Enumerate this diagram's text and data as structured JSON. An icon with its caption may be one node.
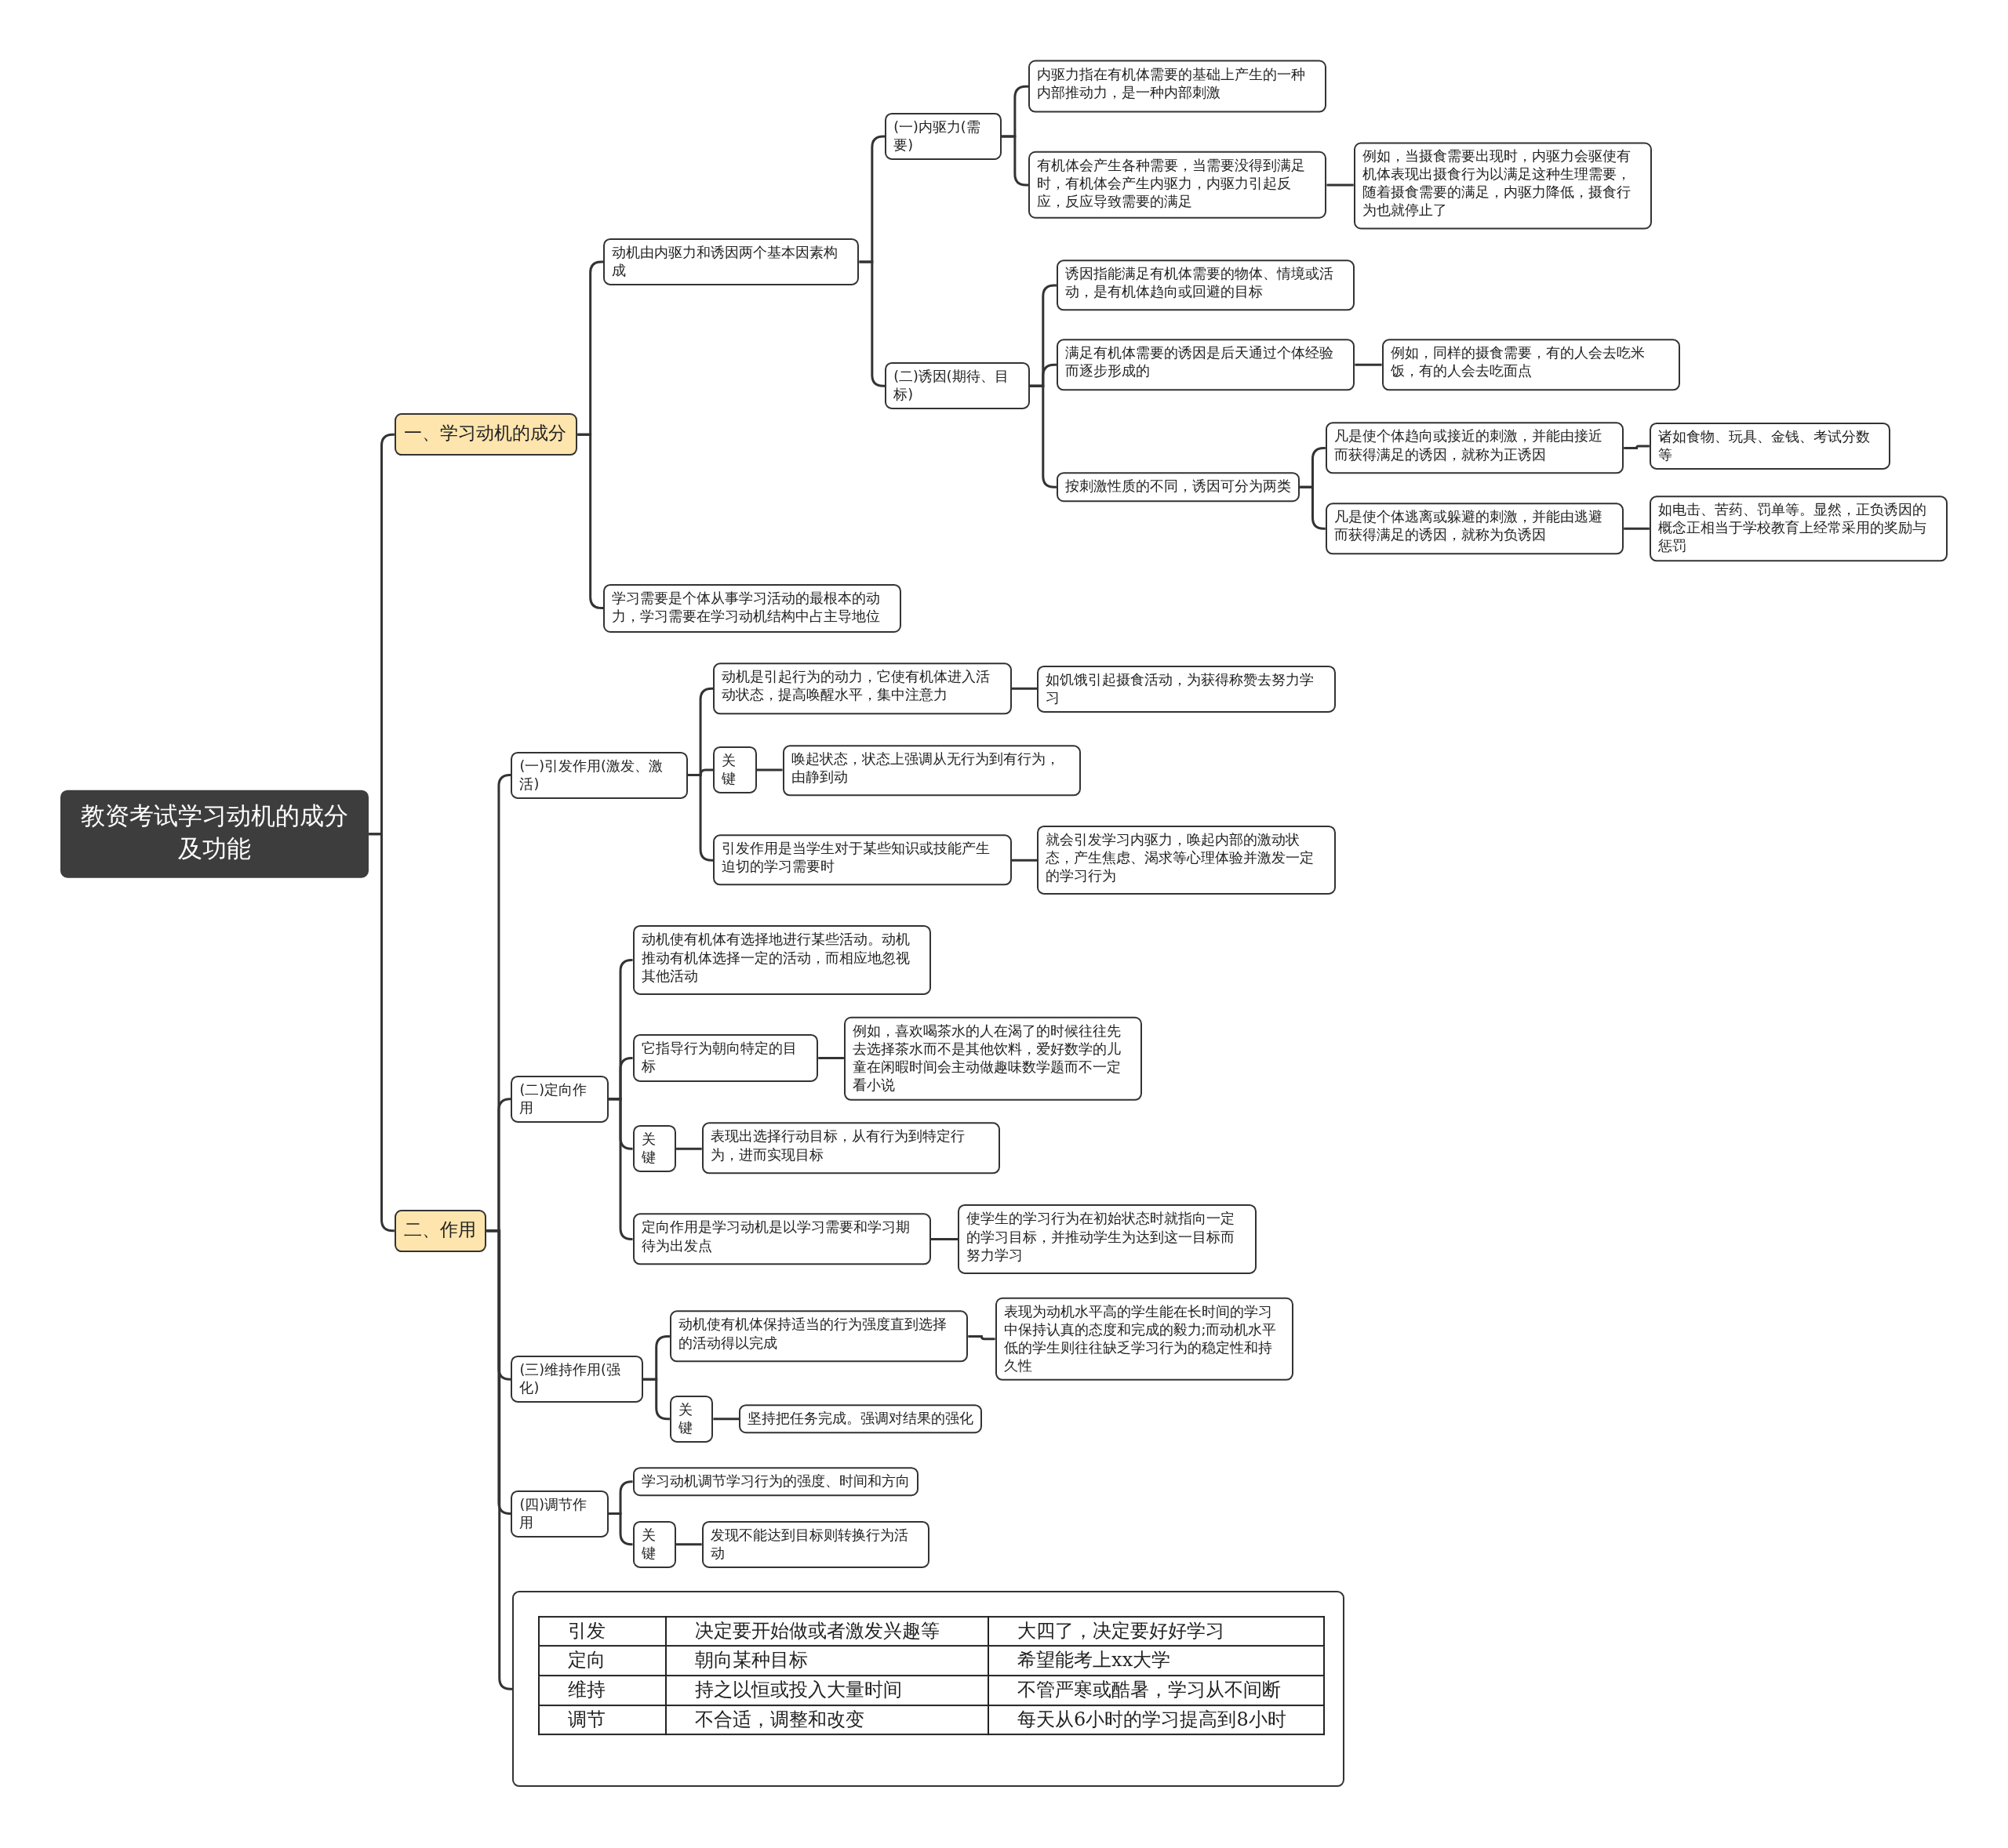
{
  "diagram": {
    "nodes": [
      {
        "text": [
          "教资考试学习动机的成分及功能"
        ]
      },
      {
        "text": [
          "一、学习动机的成分"
        ]
      },
      {
        "text": [
          "动机由内驱力和诱因两个基本因素构成"
        ]
      },
      {
        "text": [
          "(一)内驱力(需要)"
        ]
      },
      {
        "text": [
          "内驱力指在有机体需要的基础上产生的一种内部推动力，是一种内部刺激"
        ]
      },
      {
        "text": [
          "有机体会产生各种需要，当需要没得到满足时，有机体会产生内驱力，内驱力引起反应，反应导致需要的满足"
        ]
      },
      {
        "text": [
          "例如，当摄食需要出现时，内驱力会驱使有机体表现出摄食行为以满足这种生理需要，随着摄食需要的满足，内驱力降低，摄食行为也就停止了"
        ]
      },
      {
        "text": [
          "(二)诱因(期待、目标)"
        ]
      },
      {
        "text": [
          "诱因指能满足有机体需要的物体、情境或活动，是有机体趋向或回避的目标"
        ]
      },
      {
        "text": [
          "满足有机体需要的诱因是后天通过个体经验而逐步形成的"
        ]
      },
      {
        "text": [
          "例如，同样的摄食需要，有的人会去吃米饭，有的人会去吃面点"
        ]
      },
      {
        "text": [
          "按刺激性质的不同，诱因可分为两类"
        ]
      },
      {
        "text": [
          "凡是使个体趋向或接近的刺激，并能由接近而获得满足的诱因，就称为正诱因"
        ]
      },
      {
        "text": [
          "诸如食物、玩具、金钱、考试分数等"
        ]
      },
      {
        "text": [
          "凡是使个体逃离或躲避的刺激，并能由逃避而获得满足的诱因，就称为负诱因"
        ]
      },
      {
        "text": [
          "如电击、苦药、罚单等。显然，正负诱因的概念正相当于学校教育上经常采用的奖励与惩罚"
        ]
      },
      {
        "text": [
          "学习需要是个体从事学习活动的最根本的动力，学习需要在学习动机结构中占主导地位"
        ]
      },
      {
        "text": [
          "二、作用"
        ]
      },
      {
        "text": [
          "(一)引发作用(激发、激活)"
        ]
      },
      {
        "text": [
          "动机是引起行为的动力，它使有机体进入活动状态，提高唤醒水平，集中注意力"
        ]
      },
      {
        "text": [
          "如饥饿引起摄食活动，为获得称赞去努力学习"
        ]
      },
      {
        "text": [
          "关键"
        ]
      },
      {
        "text": [
          "唤起状态，状态上强调从无行为到有行为，由静到动"
        ]
      },
      {
        "text": [
          "引发作用是当学生对于某些知识或技能产生迫切的学习需要时"
        ]
      },
      {
        "text": [
          "就会引发学习内驱力，唤起内部的激动状态，产生焦虑、渴求等心理体验并激发一定的学习行为"
        ]
      },
      {
        "text": [
          "(二)定向作用"
        ]
      },
      {
        "text": [
          "动机使有机体有选择地进行某些活动。动机推动有机体选择一定的活动，而相应地忽视其他活动"
        ]
      },
      {
        "text": [
          "它指导行为朝向特定的目标"
        ]
      },
      {
        "text": [
          "例如，喜欢喝茶水的人在渴了的时候往往先去选择茶水而不是其他饮料，爱好数学的儿童在闲暇时间会主动做趣味数学题而不一定看小说"
        ]
      },
      {
        "text": [
          "关键"
        ]
      },
      {
        "text": [
          "表现出选择行动目标，从有行为到特定行为，进而实现目标"
        ]
      },
      {
        "text": [
          "定向作用是学习动机是以学习需要和学习期待为出发点"
        ]
      },
      {
        "text": [
          "使学生的学习行为在初始状态时就指向一定的学习目标，并推动学生为达到这一目标而努力学习"
        ]
      },
      {
        "text": [
          "(三)维持作用(强化)"
        ]
      },
      {
        "text": [
          "动机使有机体保持适当的行为强度直到选择的活动得以完成"
        ]
      },
      {
        "text": [
          "表现为动机水平高的学生能在长时间的学习中保持认真的态度和完成的毅力;而动机水平低的学生则往往缺乏学习行为的稳定性和持久性"
        ]
      },
      {
        "text": [
          "关键"
        ]
      },
      {
        "text": [
          "坚持把任务完成。强调对结果的强化"
        ]
      },
      {
        "text": [
          "(四)调节作用"
        ]
      },
      {
        "text": [
          "学习动机调节学习行为的强度、时间和方向"
        ]
      },
      {
        "text": [
          "关键"
        ]
      },
      {
        "text": [
          "发现不能达到目标则转换行为活动"
        ]
      },
      {
        "text": [
          "引发",
          "决定要开始做或者激发兴趣等",
          "大四了，决定要好好学习",
          "定向",
          "朝向某种目标",
          "希望能考上xx大学",
          "维持",
          "持之以恒或投入大量时间",
          "不管严寒或酷暑，学习从不间断",
          "调节",
          "不合适，调整和改变",
          "每天从6小时的学习提高到8小时"
        ]
      }
    ],
    "edges": [
      {
        "from": 0,
        "to": 1,
        "arrow": "none"
      },
      {
        "from": 0,
        "to": 17,
        "arrow": "none"
      },
      {
        "from": 1,
        "to": 2,
        "arrow": "none"
      },
      {
        "from": 1,
        "to": 16,
        "arrow": "none"
      },
      {
        "from": 2,
        "to": 3,
        "arrow": "none"
      },
      {
        "from": 2,
        "to": 7,
        "arrow": "none"
      },
      {
        "from": 3,
        "to": 4,
        "arrow": "none"
      },
      {
        "from": 3,
        "to": 5,
        "arrow": "none"
      },
      {
        "from": 5,
        "to": 6,
        "arrow": "none"
      },
      {
        "from": 7,
        "to": 8,
        "arrow": "none"
      },
      {
        "from": 7,
        "to": 9,
        "arrow": "none"
      },
      {
        "from": 7,
        "to": 11,
        "arrow": "none"
      },
      {
        "from": 9,
        "to": 10,
        "arrow": "none"
      },
      {
        "from": 11,
        "to": 12,
        "arrow": "none"
      },
      {
        "from": 11,
        "to": 14,
        "arrow": "none"
      },
      {
        "from": 12,
        "to": 13,
        "arrow": "none"
      },
      {
        "from": 14,
        "to": 15,
        "arrow": "none"
      },
      {
        "from": 17,
        "to": 18,
        "arrow": "none"
      },
      {
        "from": 17,
        "to": 25,
        "arrow": "none"
      },
      {
        "from": 17,
        "to": 33,
        "arrow": "none"
      },
      {
        "from": 17,
        "to": 38,
        "arrow": "none"
      },
      {
        "from": 17,
        "to": 42,
        "arrow": "none"
      },
      {
        "from": 18,
        "to": 19,
        "arrow": "none"
      },
      {
        "from": 18,
        "to": 21,
        "arrow": "none"
      },
      {
        "from": 18,
        "to": 23,
        "arrow": "none"
      },
      {
        "from": 19,
        "to": 20,
        "arrow": "none"
      },
      {
        "from": 21,
        "to": 22,
        "arrow": "none"
      },
      {
        "from": 23,
        "to": 24,
        "arrow": "none"
      },
      {
        "from": 25,
        "to": 26,
        "arrow": "none"
      },
      {
        "from": 25,
        "to": 27,
        "arrow": "none"
      },
      {
        "from": 25,
        "to": 29,
        "arrow": "none"
      },
      {
        "from": 25,
        "to": 31,
        "arrow": "none"
      },
      {
        "from": 27,
        "to": 28,
        "arrow": "none"
      },
      {
        "from": 29,
        "to": 30,
        "arrow": "none"
      },
      {
        "from": 31,
        "to": 32,
        "arrow": "none"
      },
      {
        "from": 33,
        "to": 34,
        "arrow": "none"
      },
      {
        "from": 33,
        "to": 36,
        "arrow": "none"
      },
      {
        "from": 34,
        "to": 35,
        "arrow": "none"
      },
      {
        "from": 36,
        "to": 37,
        "arrow": "none"
      },
      {
        "from": 38,
        "to": 39,
        "arrow": "none"
      },
      {
        "from": 38,
        "to": 40,
        "arrow": "none"
      },
      {
        "from": 40,
        "to": 41,
        "arrow": "none"
      }
    ]
  }
}
